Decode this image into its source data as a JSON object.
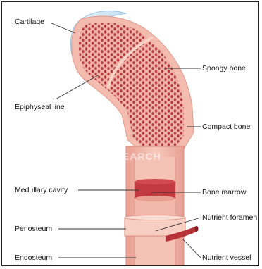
{
  "labels": {
    "cartilage": "Cartilage",
    "epiphyseal_line": "Epiphyseal line",
    "spongy_bone": "Spongy bone",
    "compact_bone": "Compact bone",
    "medullary_cavity": "Medullary cavity",
    "bone_marrow": "Bone marrow",
    "periosteum": "Periosteum",
    "nutrient_foramen": "Nutrient foramen",
    "endosteum": "Endosteum",
    "nutrient_vessel": "Nutrient vessel"
  },
  "watermark": "FOTOSEARCH",
  "colors": {
    "bone_outer": "#f3bcae",
    "bone_inner": "#e9a396",
    "spongy_holes": "#b2343e",
    "marrow": "#c23a3f",
    "cartilage": "#cfe7f7",
    "vessel": "#b83337",
    "leader_line": "#333333"
  }
}
